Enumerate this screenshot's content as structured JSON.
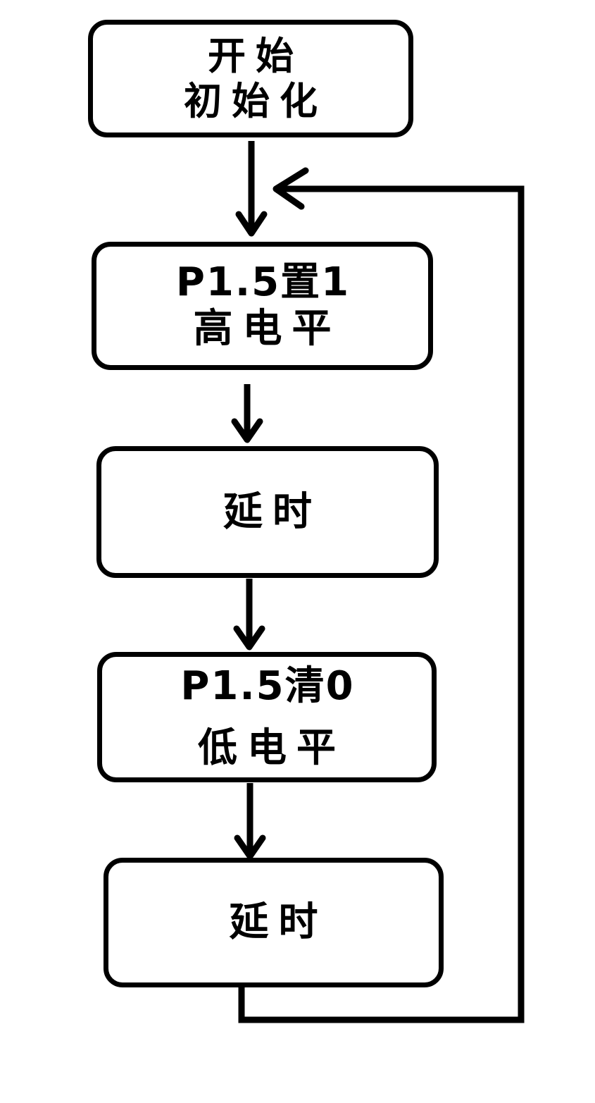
{
  "diagram": {
    "type": "flowchart",
    "background_color": "#ffffff",
    "line_color": "#000000",
    "nodes": [
      {
        "id": "start",
        "shape": "rounded-rect",
        "lines": [
          "开始",
          "初始化"
        ]
      },
      {
        "id": "set-high",
        "shape": "rounded-rect",
        "lines": [
          "P1.5置1",
          "高电平"
        ]
      },
      {
        "id": "delay-1",
        "shape": "rounded-rect",
        "lines": [
          "延时"
        ]
      },
      {
        "id": "clear-low",
        "shape": "rounded-rect",
        "lines": [
          "P1.5清0",
          "低电平"
        ]
      },
      {
        "id": "delay-2",
        "shape": "rounded-rect",
        "lines": [
          "延时"
        ]
      }
    ],
    "edges": [
      {
        "from": "start",
        "to": "set-high",
        "style": "straight-down-arrow"
      },
      {
        "from": "set-high",
        "to": "delay-1",
        "style": "straight-down-arrow"
      },
      {
        "from": "delay-1",
        "to": "clear-low",
        "style": "straight-down-arrow"
      },
      {
        "from": "clear-low",
        "to": "delay-2",
        "style": "straight-down-arrow"
      },
      {
        "from": "delay-2",
        "to": "set-high",
        "style": "loop-back-right-side-arrow"
      }
    ]
  }
}
